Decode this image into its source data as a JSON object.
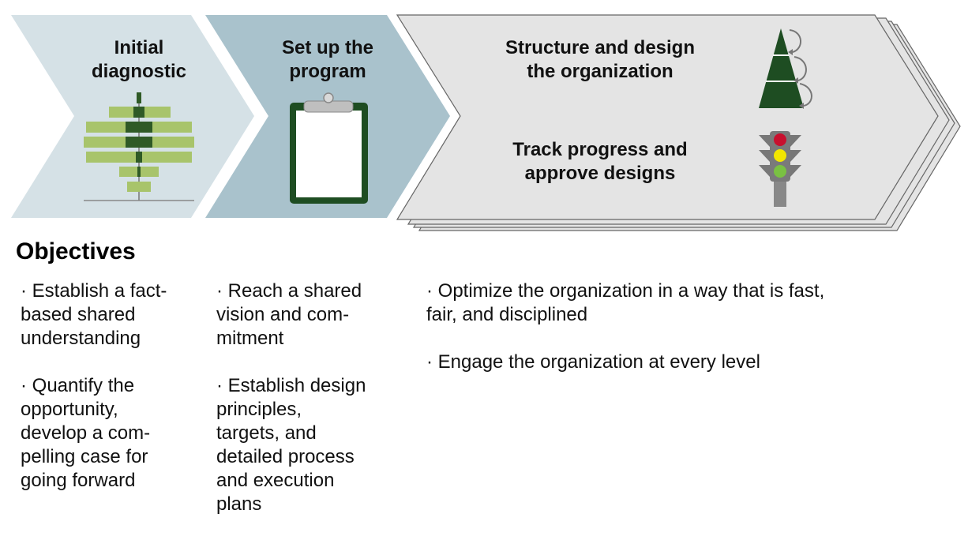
{
  "stages": {
    "initial_diagnostic": {
      "title": "Initial\ndiagnostic"
    },
    "setup_program": {
      "title": "Set up the\nprogram"
    },
    "structure_design": {
      "title": "Structure and design\nthe organization"
    },
    "track_progress": {
      "title": "Track progress and\napprove designs"
    }
  },
  "colors": {
    "stage1_fill": "#d5e1e6",
    "stage2_fill": "#a9c2cc",
    "stage3_fill": "#e4e4e4",
    "dark_green": "#1e4d22",
    "light_green": "#a8c46b",
    "mid_green": "#7fa04c"
  },
  "icons": {
    "stage1": "tornado-chart-icon",
    "stage2": "clipboard-icon",
    "stage3a": "pyramid-cascade-icon",
    "stage3b": "traffic-light-icon"
  },
  "objectives": {
    "heading": "Objectives",
    "col1": [
      "· Establish a fact-\nbased shared\nunderstanding",
      "· Quantify the\nopportunity,\ndevelop a com-\npelling case for\ngoing forward"
    ],
    "col2": [
      "· Reach a shared\nvision and com-\nmitment",
      "· Establish design\nprinciples,\ntargets, and\ndetailed process\nand execution\nplans"
    ],
    "col3": [
      "· Optimize the organization in a way that is fast,\nfair, and disciplined",
      "· Engage the organization at every level"
    ]
  }
}
